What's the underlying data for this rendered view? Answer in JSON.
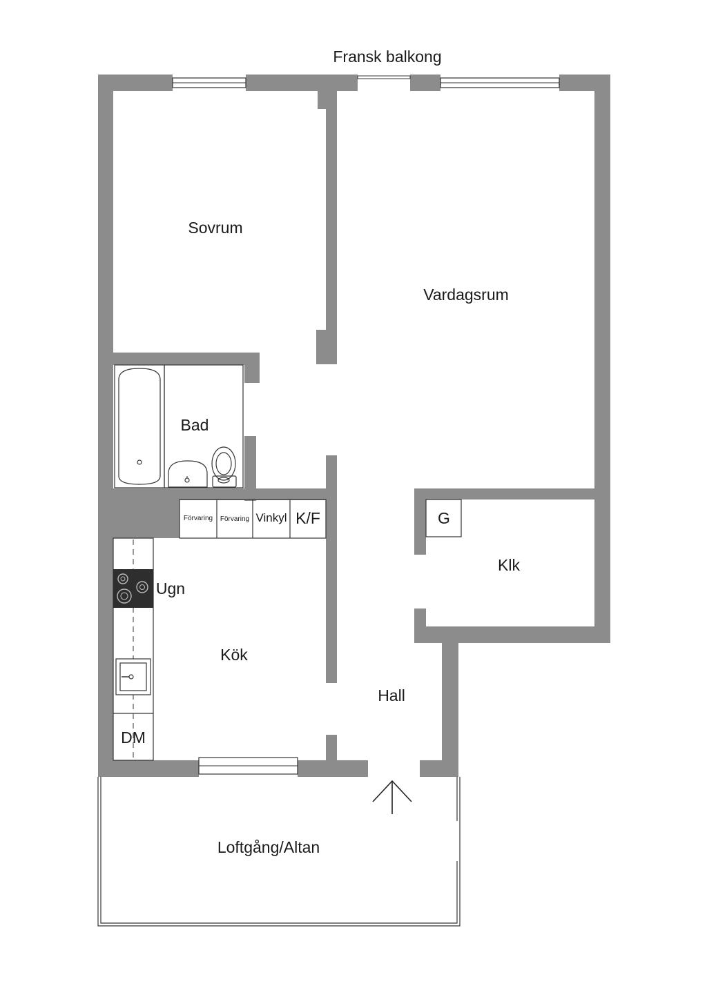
{
  "plan": {
    "balcony_label": "Fransk balkong",
    "rooms": {
      "sovrum": "Sovrum",
      "vardagsrum": "Vardagsrum",
      "bad": "Bad",
      "kok": "Kök",
      "hall": "Hall",
      "klk": "Klk",
      "loftgang": "Loftgång/Altan"
    },
    "fixtures": {
      "forvaring_1": "Förvaring",
      "forvaring_2": "Förvaring",
      "vinkyl": "Vinkyl",
      "kf": "K/F",
      "g": "G",
      "ugn": "Ugn",
      "dm": "DM"
    },
    "colors": {
      "wall": "#8c8c8c",
      "line": "#333333",
      "background": "#ffffff"
    },
    "icons": [
      "entrance-arrow-icon",
      "bathtub-icon",
      "sink-icon",
      "toilet-icon",
      "stove-icon",
      "kitchen-sink-icon"
    ]
  }
}
